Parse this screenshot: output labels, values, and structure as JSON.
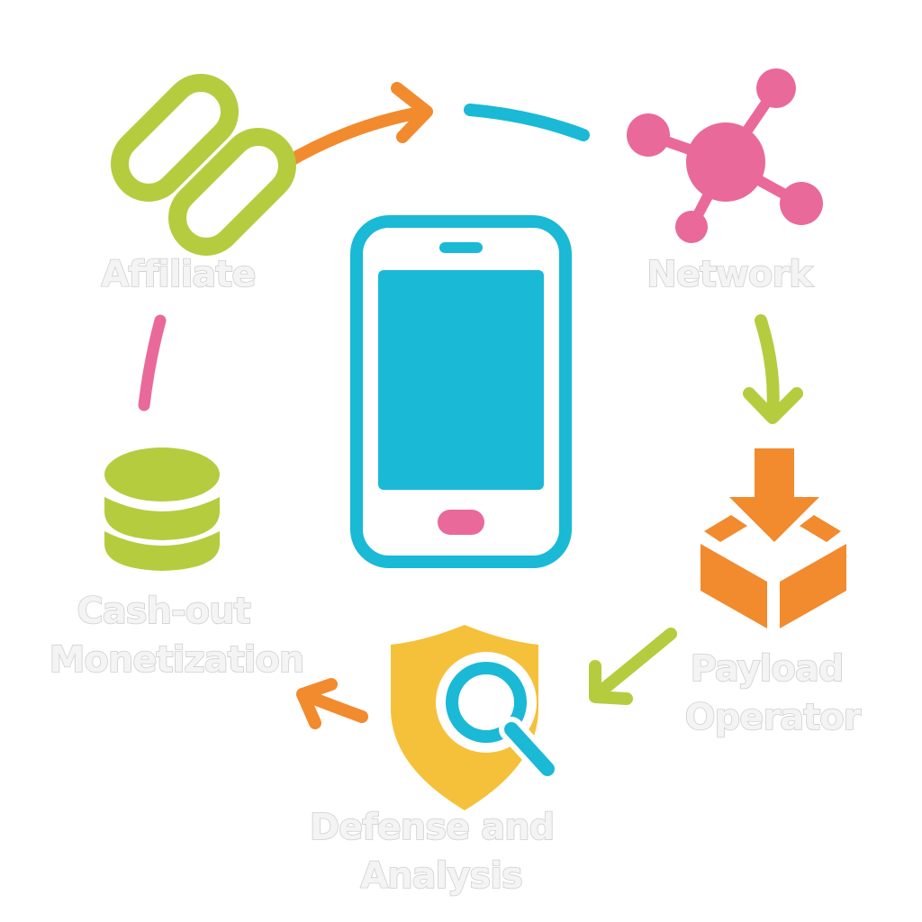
{
  "colors": {
    "lime": "#b5cc3f",
    "orange": "#f28a2e",
    "cyan": "#1ab9d6",
    "pink": "#e9699a",
    "yellow": "#f5c13a",
    "label_fill": "#f4f4f4",
    "label_outline": "#cfcfcf"
  },
  "center": {
    "icon": "smartphone-icon"
  },
  "nodes": [
    {
      "id": "affiliate",
      "icon": "chain-link-icon",
      "label_lines": [
        "Affiliate"
      ]
    },
    {
      "id": "network",
      "icon": "network-hub-icon",
      "label_lines": [
        "Network"
      ]
    },
    {
      "id": "payload-operator",
      "icon": "box-download-icon",
      "label_lines": [
        "Payload",
        "Operator"
      ]
    },
    {
      "id": "defense-analysis",
      "icon": "shield-search-icon",
      "label_lines": [
        "Defense and",
        "Analysis"
      ]
    },
    {
      "id": "cash-out",
      "icon": "coin-stack-icon",
      "label_lines": [
        "Cash-out",
        "Monetization"
      ]
    }
  ],
  "connectors": [
    {
      "from": "affiliate",
      "to": "network",
      "style": "arrow",
      "color": "orange"
    },
    {
      "from": "affiliate",
      "to": "network",
      "style": "line",
      "color": "cyan"
    },
    {
      "from": "network",
      "to": "payload-operator",
      "style": "arrow",
      "color": "lime"
    },
    {
      "from": "payload-operator",
      "to": "defense-analysis",
      "style": "arrow",
      "color": "lime"
    },
    {
      "from": "defense-analysis",
      "to": "cash-out",
      "style": "arrow",
      "color": "orange"
    },
    {
      "from": "cash-out",
      "to": "affiliate",
      "style": "line",
      "color": "pink"
    }
  ]
}
